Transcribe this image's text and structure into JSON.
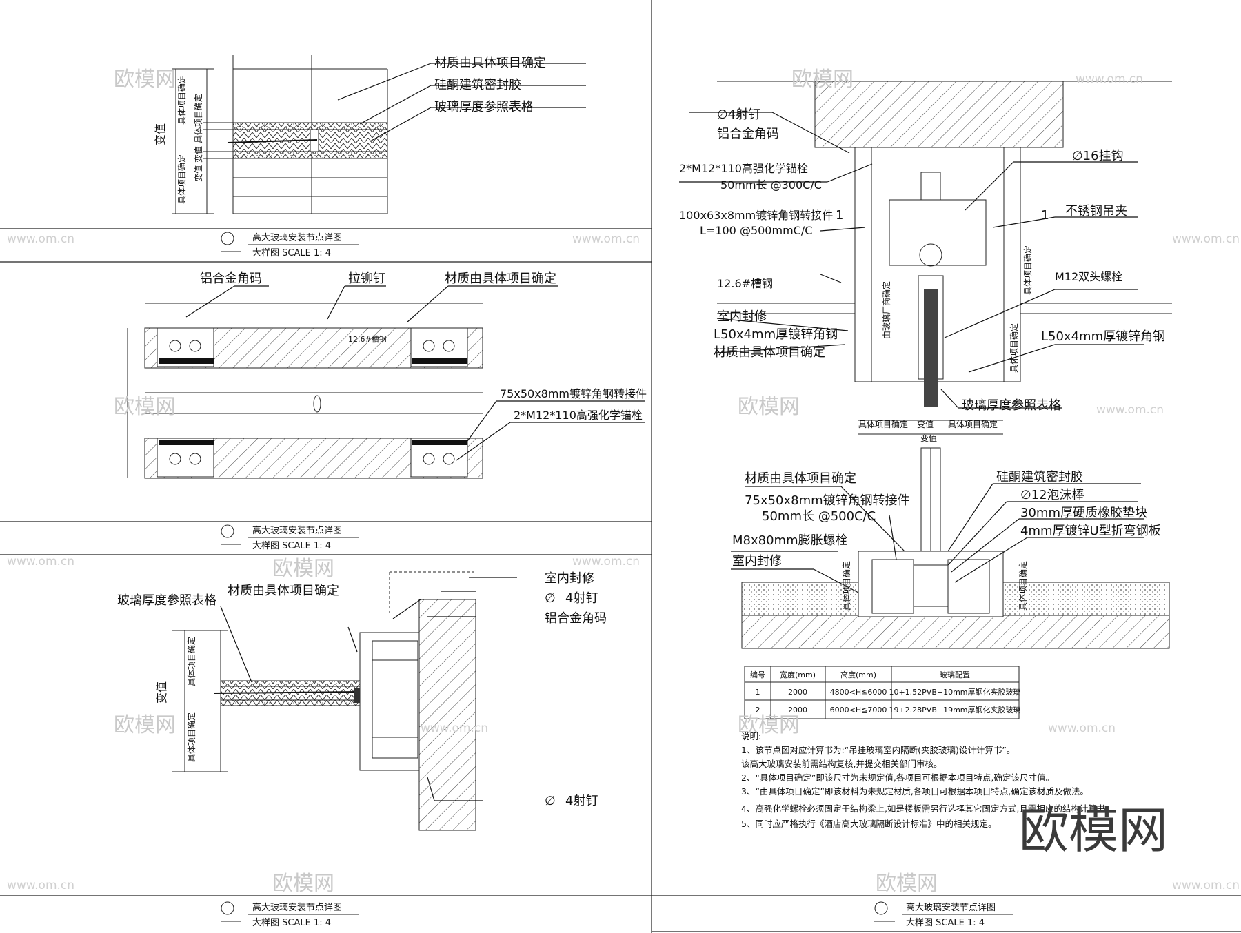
{
  "titles": {
    "main": "高大玻璃安装节点详图",
    "scale": "大样图  SCALE  1: 4"
  },
  "detail1": {
    "labels": [
      "材质由具体项目确定",
      "硅酮建筑密封胶",
      "玻璃厚度参照表格"
    ],
    "dim_var": "变值",
    "dims": [
      "具体项目确定",
      "具体项目确定",
      "变值 变值 具体项目确定"
    ]
  },
  "detail2": {
    "labels": [
      "铝合金角码",
      "拉铆钉",
      "材质由具体项目确定",
      "12.6#槽钢",
      "75x50x8mm镀锌角钢转接件",
      "2*M12*110高强化学锚栓"
    ]
  },
  "detail3": {
    "phi": "∅",
    "labels": [
      "室内封修",
      "4射钉",
      "铝合金角码",
      "材质由具体项目确定",
      "玻璃厚度参照表格"
    ]
  },
  "detail4": {
    "labels": [
      "∅4射钉",
      "铝合金角码",
      "2*M12*110高强化学锚栓",
      "50mm长 @300C/C",
      "100x63x8mm镀锌角钢转接件",
      "L=100  @500mmC/C",
      "12.6#槽钢",
      "室内封修",
      "L50x4mm厚镀锌角钢",
      "材质由具体项目确定",
      "∅16挂钩",
      "不锈钢吊夹",
      "M12双头螺栓",
      "玻璃厚度参照表格"
    ],
    "dims": [
      "具体项目确定",
      "变值"
    ],
    "vendor": "由玻璃厂商确定",
    "section_mark": "1"
  },
  "detail5": {
    "labels": [
      "材质由具体项目确定",
      "75x50x8mm镀锌角钢转接件",
      "50mm长 @500C/C",
      "M8x80mm膨胀螺栓",
      "室内封修",
      "硅酮建筑密封胶",
      "∅12泡沫棒",
      "30mm厚硬质橡胶垫块",
      "4mm厚镀锌U型折弯钢板"
    ]
  },
  "table": {
    "headers": [
      "编号",
      "宽度(mm)",
      "高度(mm)",
      "玻璃配置"
    ],
    "rows": [
      [
        "1",
        "2000",
        "4800<H≦6000",
        "10+1.52PVB+10mm厚钢化夹胶玻璃"
      ],
      [
        "2",
        "2000",
        "6000<H≦7000",
        "19+2.28PVB+19mm厚钢化夹胶玻璃"
      ]
    ]
  },
  "notes": {
    "title": "说明:",
    "lines": [
      "1、该节点图对应计算书为:“吊挂玻璃室内隔断(夹胶玻璃)设计计算书”。",
      "该高大玻璃安装前需结构复核,并提交相关部门审核。",
      "2、“具体项目确定”即该尺寸为未规定值,各项目可根据本项目特点,确定该尺寸值。",
      "3、“由具体项目确定”即该材料为未规定材质,各项目可根据本项目特点,确定该材质及做法。",
      "4、高强化学螺栓必须固定于结构梁上,如是楼板需另行选择其它固定方式,且需相应的结构计算书。",
      "5、同时应严格执行《酒店高大玻璃隔断设计标准》中的相关规定。"
    ]
  },
  "watermark": {
    "text": "欧模网",
    "url": "www.om.cn"
  },
  "logo": "欧模网"
}
